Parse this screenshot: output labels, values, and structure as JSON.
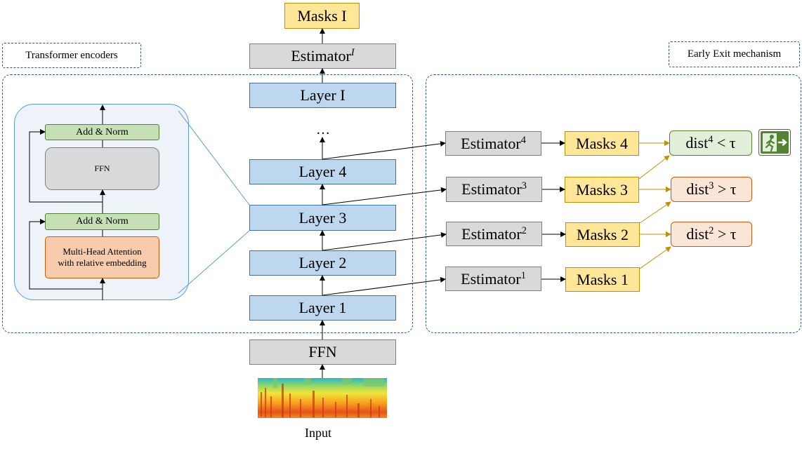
{
  "labels": {
    "transformer_encoders": "Transformer encoders",
    "early_exit": "Early Exit mechanism",
    "input": "Input"
  },
  "encoder_detail": {
    "add_norm_top": "Add & Norm",
    "ffn": "FFN",
    "add_norm_bottom": "Add & Norm",
    "mha": "Multi-Head Attention with relative embedding"
  },
  "stack": {
    "masks_final": "Masks I",
    "estimator_final_base": "Estimator",
    "estimator_final_sup": "I",
    "layer_I": "Layer I",
    "ellipsis": "…",
    "layer_4": "Layer 4",
    "layer_3": "Layer 3",
    "layer_2": "Layer 2",
    "layer_1": "Layer 1",
    "ffn": "FFN"
  },
  "exits": [
    {
      "est_base": "Estimator",
      "est_sup": "4",
      "masks": "Masks 4",
      "cond_base": "dist",
      "cond_sup": "4",
      "cond_rel": " < τ"
    },
    {
      "est_base": "Estimator",
      "est_sup": "3",
      "masks": "Masks 3",
      "cond_base": "dist",
      "cond_sup": "3",
      "cond_rel": " > τ"
    },
    {
      "est_base": "Estimator",
      "est_sup": "2",
      "masks": "Masks 2",
      "cond_base": "dist",
      "cond_sup": "2",
      "cond_rel": " > τ"
    },
    {
      "est_base": "Estimator",
      "est_sup": "1",
      "masks": "Masks 1"
    }
  ],
  "icons": {
    "exit": "exit-sign-icon",
    "spectrogram": "spectrogram-image"
  },
  "colors": {
    "layer": "#bdd7ee",
    "estimator": "#d9d9d9",
    "masks": "#ffe699",
    "stop": "#e2f0d9",
    "continue": "#fbe5d6",
    "dashed": "#2f5597",
    "exit_sign": "#548235"
  }
}
